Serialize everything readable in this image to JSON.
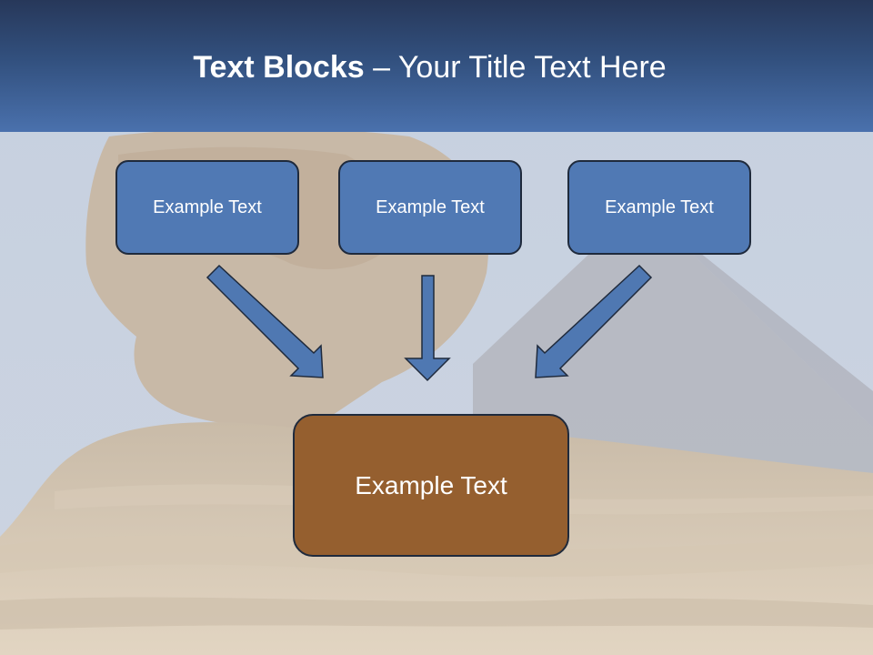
{
  "slide": {
    "title_bold": "Text Blocks",
    "title_dash": "–",
    "title_rest": "Your Title Text Here"
  },
  "boxes": {
    "left": "Example Text",
    "middle": "Example Text",
    "right": "Example Text",
    "bottom": "Example Text"
  },
  "colors": {
    "header_dark": "#27385a",
    "header_light": "#4a71ad",
    "box_blue": "#5079b4",
    "box_brown": "#955f2f",
    "arrow": "#4f78b2",
    "outline": "#1f2a3c"
  },
  "background": {
    "description_icon": "sphinx-and-pyramid-photo"
  }
}
